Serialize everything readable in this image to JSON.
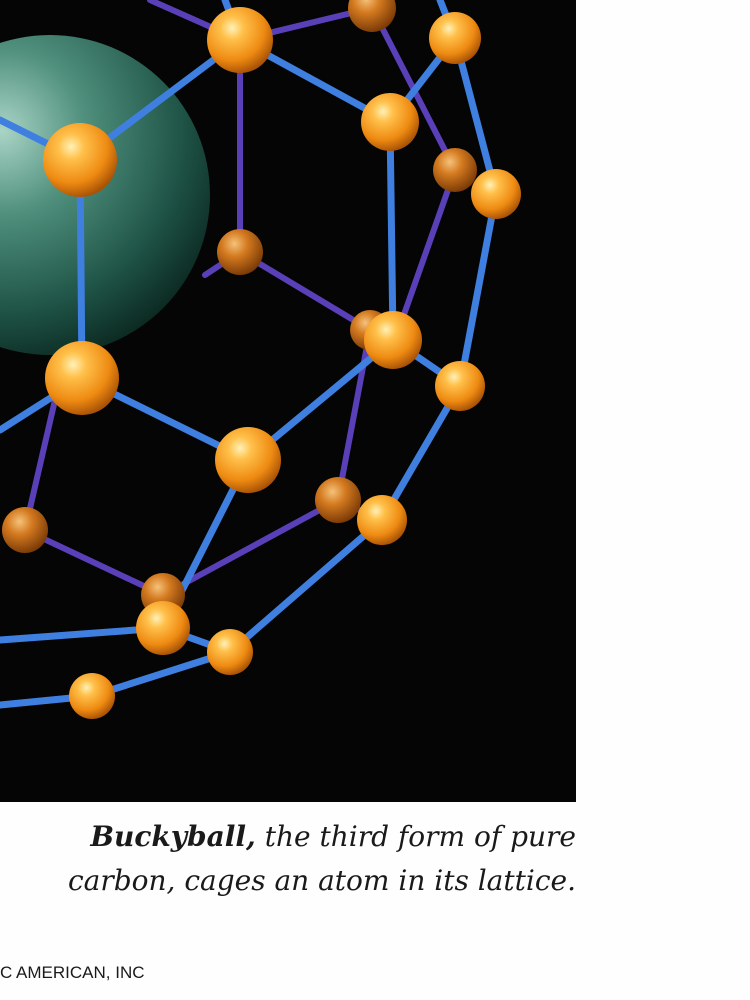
{
  "figure": {
    "caption": {
      "lead": "Buckyball,",
      "line1_rest": " the third form of pure",
      "line2": "carbon, cages an atom in its lattice."
    },
    "credit": "C AMERICAN, INC",
    "colors": {
      "background": "#050506",
      "bond_front": "#3f7fe0",
      "bond_back": "#5a40b8",
      "atom": "#f2a028",
      "caged_atom": "#2e6b5c"
    }
  }
}
